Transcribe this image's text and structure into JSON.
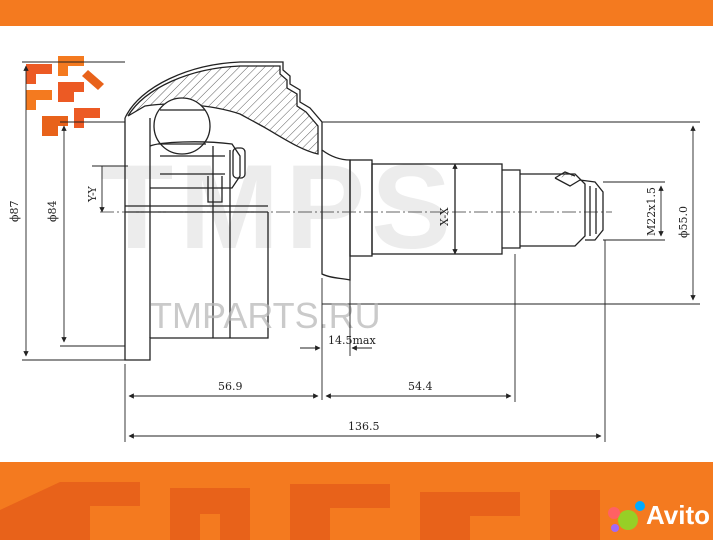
{
  "colors": {
    "brand_orange": "#f47a1f",
    "brand_orange_dark": "#e8621a",
    "line": "#222222",
    "avito_dots": [
      "#97cf26",
      "#0af",
      "#ff6163",
      "#a169f7"
    ]
  },
  "logo": {
    "icon": "tmparts-logo-icon"
  },
  "watermark": {
    "brand": "TMPS",
    "url": "TMPARTS.RU"
  },
  "dimensions": {
    "dia_87": "ϕ87",
    "dia_84": "ϕ84",
    "y_axis": "Y-Y",
    "x_axis": "X-X",
    "thread": "M22x1.5",
    "dia_55": "ϕ55.0",
    "groove": "14.5max",
    "len_56_9": "56.9",
    "len_54_4": "54.4",
    "len_136_5": "136.5"
  },
  "avito": {
    "label": "Avito",
    "icon": "avito-dots-icon"
  }
}
